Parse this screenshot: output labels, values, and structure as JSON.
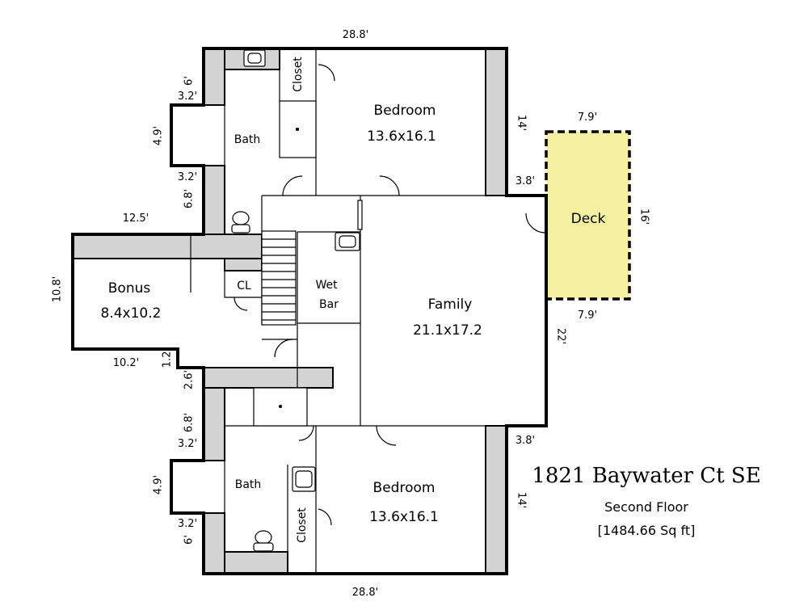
{
  "title": {
    "address": "1821 Baywater Ct SE",
    "floor": "Second Floor",
    "area": "[1484.66 Sq ft]"
  },
  "rooms": {
    "bedroom_top": {
      "name": "Bedroom",
      "size": "13.6x16.1"
    },
    "bedroom_bottom": {
      "name": "Bedroom",
      "size": "13.6x16.1"
    },
    "family": {
      "name": "Family",
      "size": "21.1x17.2"
    },
    "bonus": {
      "name": "Bonus",
      "size": "8.4x10.2"
    },
    "bath_top": {
      "name": "Bath"
    },
    "bath_bottom": {
      "name": "Bath"
    },
    "wet_bar": {
      "line1": "Wet",
      "line2": "Bar"
    },
    "closet_top": {
      "name": "Closet"
    },
    "closet_bottom": {
      "name": "Closet"
    },
    "cl": {
      "name": "CL"
    },
    "deck": {
      "name": "Deck"
    }
  },
  "dimensions": {
    "top_width": "28.8'",
    "bottom_width": "28.8'",
    "top_bedroom_side": "14'",
    "bottom_bedroom_side": "14'",
    "deck_top": "7.9'",
    "deck_bottom": "7.9'",
    "deck_side": "16'",
    "deck_gap_top": "3.8'",
    "deck_gap_bottom": "3.8'",
    "family_side": "22'",
    "top_6": "6'",
    "top_3_2a": "3.2'",
    "top_4_9": "4.9'",
    "top_3_2b": "3.2'",
    "top_6_8": "6.8'",
    "bonus_top": "12.5'",
    "bonus_side": "10.8'",
    "bonus_bottom": "10.2'",
    "mid_1_2": "1.2'",
    "mid_2_6": "2.6'",
    "bot_6_8": "6.8'",
    "bot_3_2a": "3.2'",
    "bot_4_9": "4.9'",
    "bot_3_2b": "3.2'",
    "bot_6": "6'"
  },
  "colors": {
    "deck_fill": "#f5f0a0",
    "wall_fill": "#d3d3d3"
  }
}
